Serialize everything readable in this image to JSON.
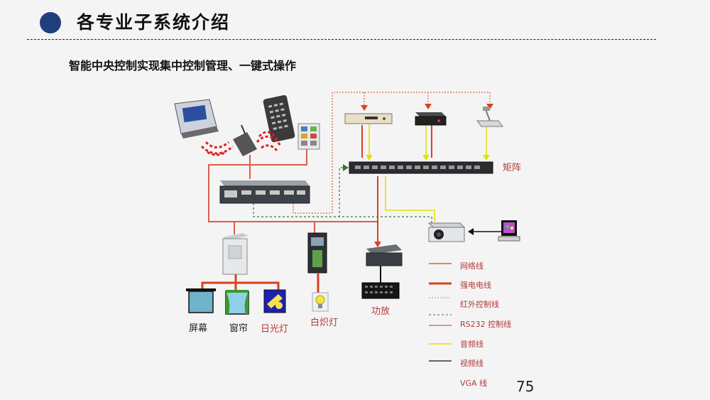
{
  "header": {
    "title": "各专业子系统介绍",
    "subtitle": "智能中央控制实现集中控制管理、一键式操作"
  },
  "diagram": {
    "matrix_label": "矩阵",
    "amplifier_label": "功放",
    "devices": {
      "screen": "屏幕",
      "curtain": "窗帘",
      "daylight_lamp": "日光灯",
      "incandescent_lamp": "白炽灯"
    }
  },
  "legend": [
    {
      "label": "网络线",
      "color": "#d95e4e",
      "style": "solid"
    },
    {
      "label": "强电电线",
      "color": "#d9411f",
      "style": "solid-thick"
    },
    {
      "label": "红外控制线",
      "color": "#e07a6d",
      "style": "dotted"
    },
    {
      "label": "RS232 控制线",
      "color": "#2e7d32",
      "style": "dashed"
    },
    {
      "label": "音频线",
      "color": "#d4d21a",
      "style": "solid"
    },
    {
      "label": "视频线",
      "color": "#111111",
      "style": "solid"
    },
    {
      "label": "VGA 线",
      "color": "#333333",
      "style": "none"
    }
  ],
  "page_number": "75",
  "colors": {
    "network": "#d95e4e",
    "power": "#d9411f",
    "ir": "#e07a6d",
    "rs232": "#2e7d32",
    "audio": "#e3e000",
    "video": "#111111",
    "label": "#b23a3a",
    "title_dot": "#1f3f7d"
  }
}
